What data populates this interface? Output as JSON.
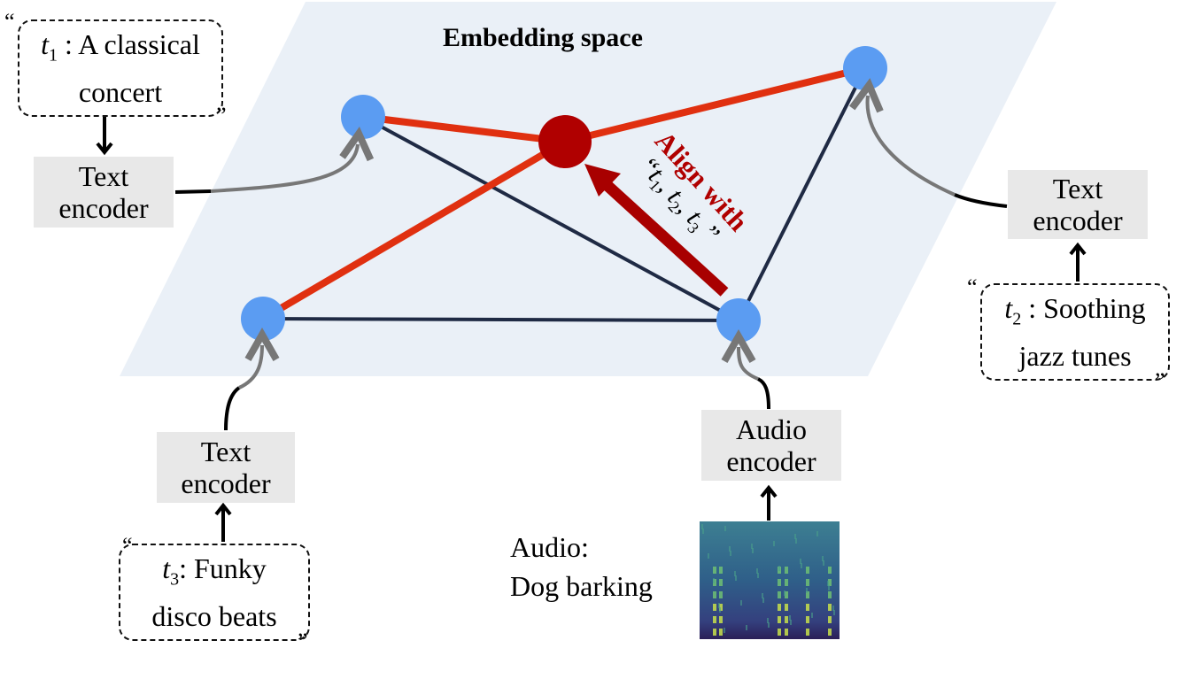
{
  "diagram": {
    "title": "Embedding space",
    "align_label": "Align with",
    "align_sub": {
      "open_quote": "“",
      "t1": "t",
      "s1": "1",
      "t2": "t",
      "s2": "2",
      "t3": "t",
      "s3": "3",
      "close_quote": "”"
    },
    "text_encoder_1": {
      "line1": "Text",
      "line2": "encoder"
    },
    "text_encoder_2": {
      "line1": "Text",
      "line2": "encoder"
    },
    "text_encoder_3": {
      "line1": "Text",
      "line2": "encoder"
    },
    "audio_encoder": {
      "line1": "Audio",
      "line2": "encoder"
    },
    "caption_1": {
      "var": "t",
      "sub": "1",
      "rest": " : A classical",
      "line2": "concert",
      "open": "“",
      "close": "”"
    },
    "caption_2": {
      "var": "t",
      "sub": "2",
      "rest": " : Soothing",
      "line2": "jazz tunes",
      "open": "“",
      "close": "”"
    },
    "caption_3": {
      "var": "t",
      "sub": "3",
      "rest": ": Funky",
      "line2": "disco beats",
      "open": "“",
      "close": "”"
    },
    "audio_input": {
      "line1": "Audio:",
      "line2": "Dog barking"
    },
    "colors": {
      "plane": "#eaf0f7",
      "node": "#5b9cf2",
      "center_node": "#b00000",
      "red_edge": "#e03010",
      "dark_edge": "#1f2a44",
      "arrow": "#a80000",
      "align_text": "#b00000",
      "encoder_box": "#e8e8e8"
    }
  }
}
